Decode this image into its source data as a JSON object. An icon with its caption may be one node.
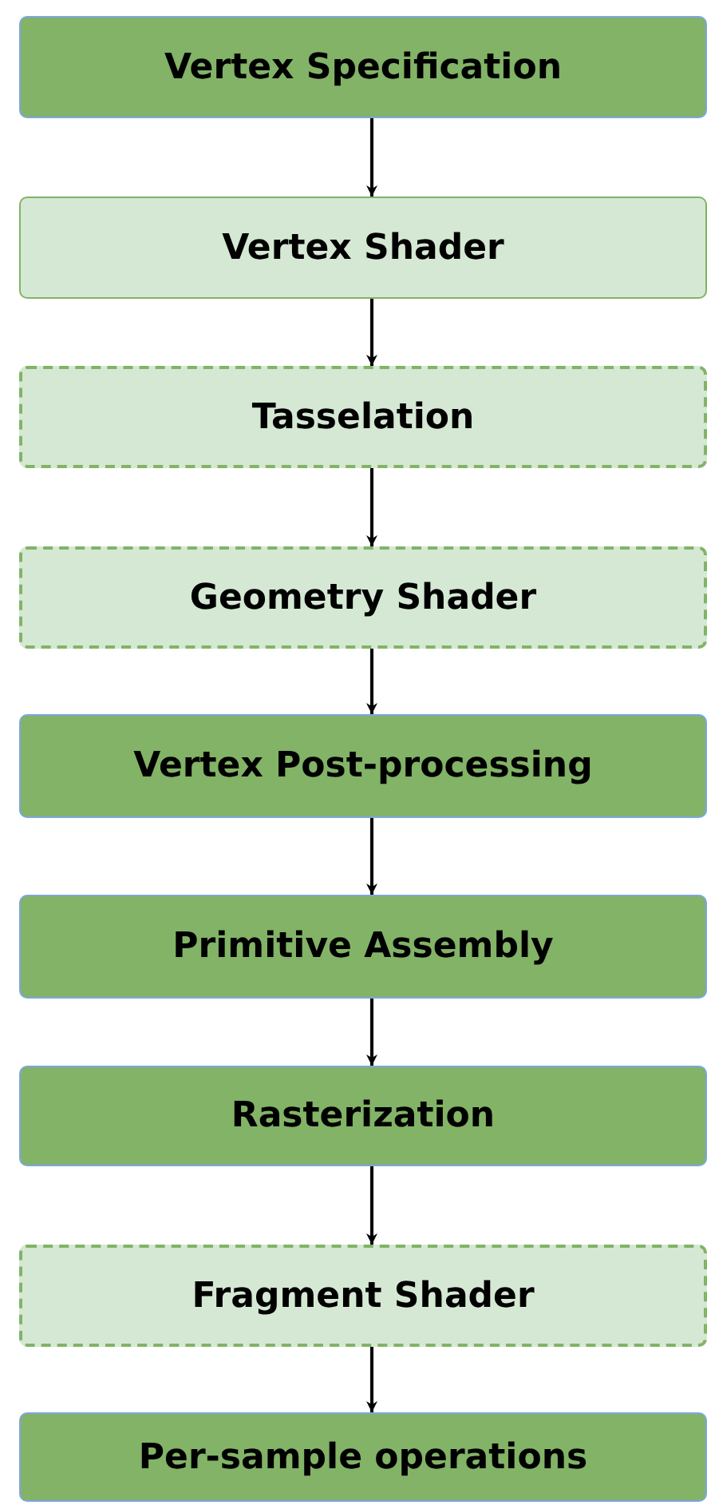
{
  "diagram": {
    "nodes": [
      {
        "text": [
          "Vertex Specification"
        ]
      },
      {
        "text": [
          "Vertex Shader"
        ]
      },
      {
        "text": [
          "Tasselation"
        ]
      },
      {
        "text": [
          "Geometry Shader"
        ]
      },
      {
        "text": [
          "Vertex Post-processing"
        ]
      },
      {
        "text": [
          "Primitive Assembly"
        ]
      },
      {
        "text": [
          "Rasterization"
        ]
      },
      {
        "text": [
          "Fragment Shader"
        ]
      },
      {
        "text": [
          "Per-sample operations"
        ]
      }
    ],
    "edges": [
      {
        "from": 0,
        "to": 1,
        "arrow": "to"
      },
      {
        "from": 1,
        "to": 2,
        "arrow": "to"
      },
      {
        "from": 2,
        "to": 3,
        "arrow": "to"
      },
      {
        "from": 3,
        "to": 4,
        "arrow": "to"
      },
      {
        "from": 4,
        "to": 5,
        "arrow": "to"
      },
      {
        "from": 5,
        "to": 6,
        "arrow": "to"
      },
      {
        "from": 6,
        "to": 7,
        "arrow": "to"
      },
      {
        "from": 7,
        "to": 8,
        "arrow": "to"
      }
    ]
  }
}
